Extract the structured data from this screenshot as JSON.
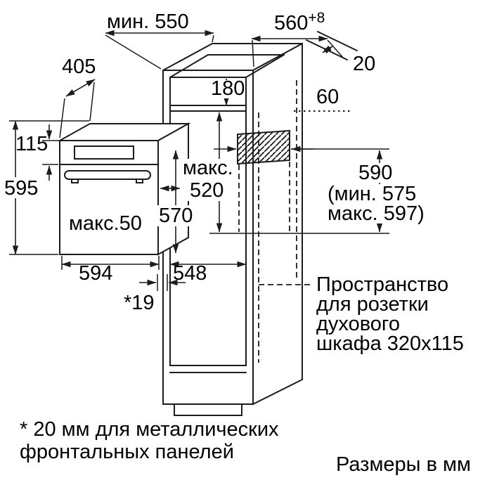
{
  "labels": {
    "min550": "мин. 550",
    "d560": "560",
    "d560sup": "+8",
    "d405": "405",
    "d20": "20",
    "d180": "180",
    "d60": "60",
    "d115": "115",
    "d595": "595",
    "maks": "макс.",
    "d520": "520",
    "d570": "570",
    "d590": "590",
    "d590min": "(мин. 575",
    "d590max": "макс. 597)",
    "maks50": "макс.50",
    "d594": "594",
    "d548": "548",
    "d19": "*19"
  },
  "socket_note": {
    "line1": "Пространство",
    "line2": "для розетки",
    "line3": "духового",
    "line4": "шкафа 320x115"
  },
  "footnote": {
    "line1": "* 20 мм для металлических",
    "line2": "фронтальных панелей"
  },
  "units": "Размеры в мм"
}
